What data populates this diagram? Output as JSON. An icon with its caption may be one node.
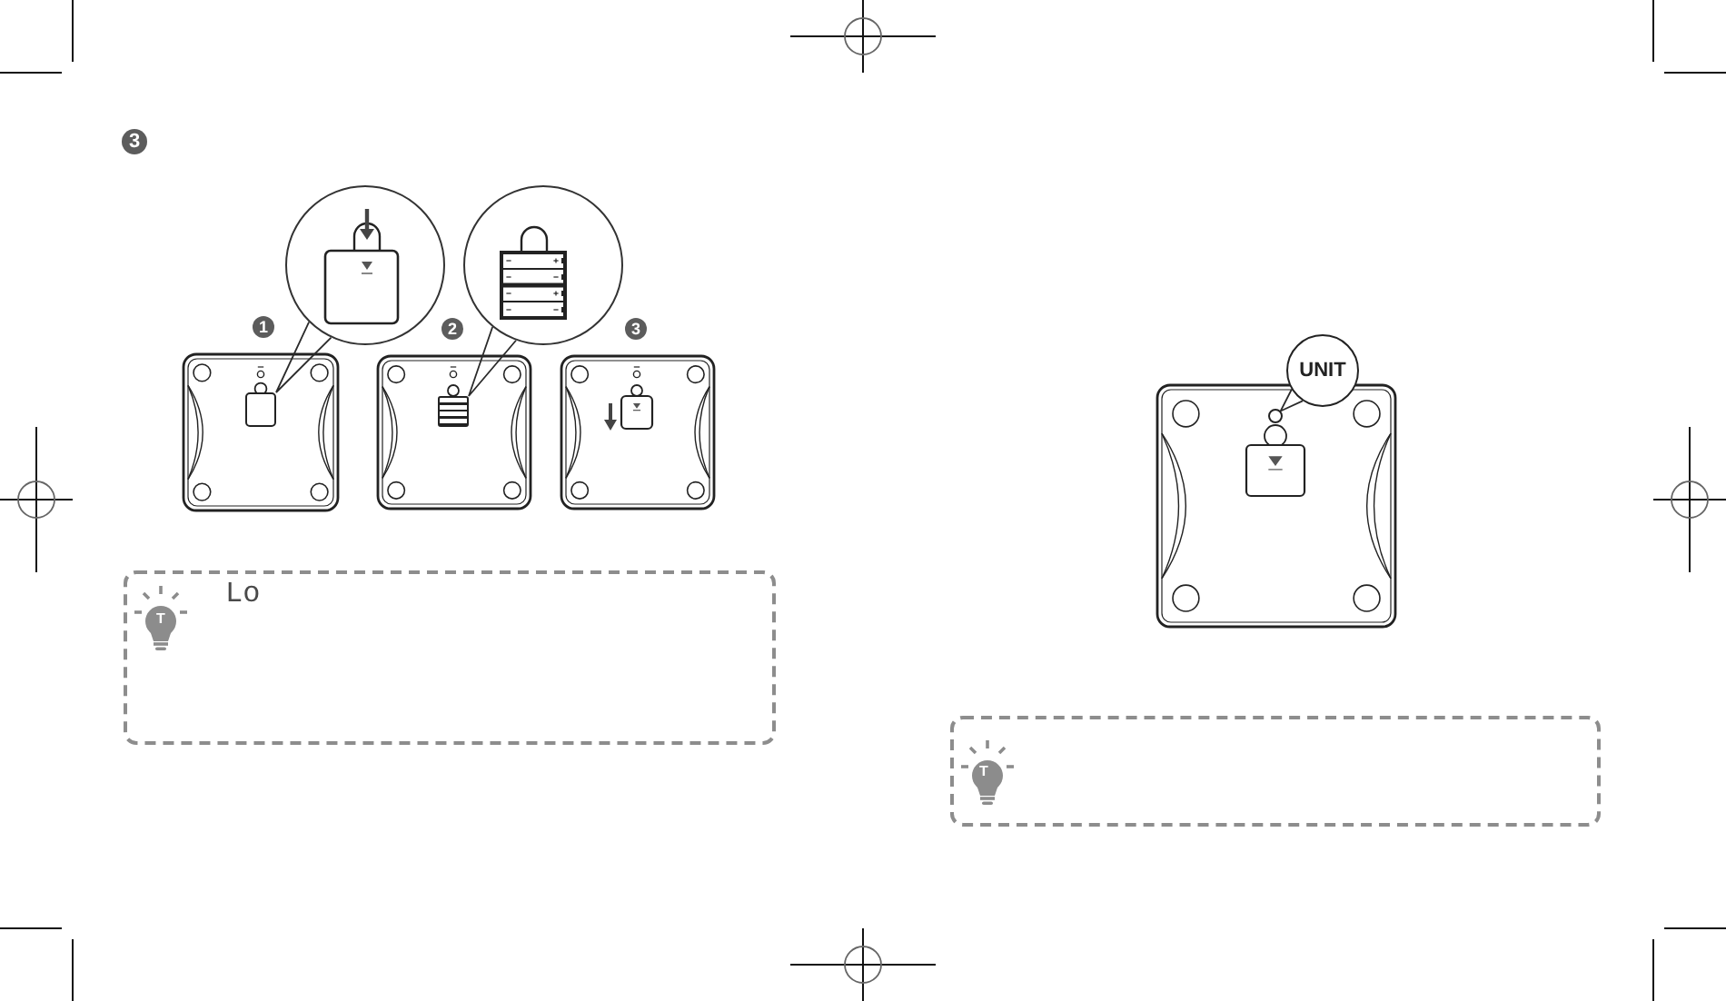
{
  "diagram": {
    "nodes": [
      {
        "text": [],
        "shape": "circle"
      },
      {
        "text": [],
        "shape": "box"
      },
      {
        "text": [],
        "shape": "circle"
      },
      {
        "text": [],
        "shape": "box"
      },
      {
        "text": [
          "Lo"
        ]
      },
      {
        "text": [
          "UNIT"
        ]
      },
      {
        "text": [],
        "shape": "circle"
      },
      {
        "text": [],
        "shape": "box"
      }
    ],
    "edges": [
      {
        "from": 0,
        "to": 1,
        "arrow": "none"
      },
      {
        "from": 2,
        "to": 3,
        "arrow": "none"
      },
      {
        "from": 5,
        "to": 6,
        "arrow": "none"
      }
    ],
    "labels": [
      "3",
      "1",
      "2",
      "3",
      "T",
      "T"
    ]
  }
}
